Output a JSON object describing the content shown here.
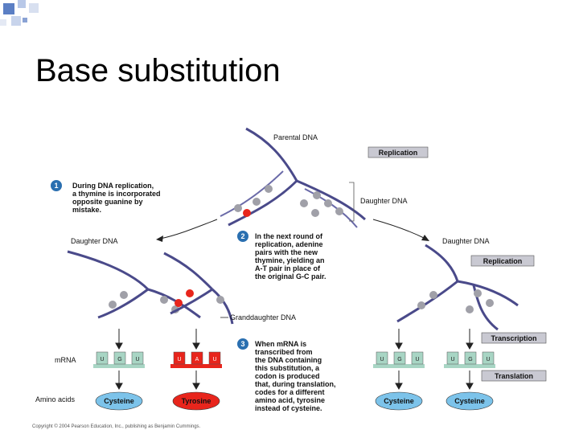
{
  "slide": {
    "title": "Base substitution"
  },
  "figure": {
    "parental_dna": "Parental DNA",
    "daughter_dna": "Daughter DNA",
    "granddaughter_dna": "Granddaughter DNA",
    "mrna": "mRNA",
    "amino_acids": "Amino acids",
    "copyright": "Copyright © 2004 Pearson Education, Inc., publishing as Benjamin Cummings.",
    "process_labels": {
      "replication_top": "Replication",
      "replication_right": "Replication",
      "transcription": "Transcription",
      "translation": "Translation"
    },
    "steps": [
      {
        "number": "1",
        "lines": [
          "During DNA replication,",
          "a thymine is incorporated",
          "opposite guanine by",
          "mistake."
        ]
      },
      {
        "number": "2",
        "lines": [
          "In the next round of",
          "replication, adenine",
          "pairs with the new",
          "thymine, yielding an",
          "A-T pair in place of",
          "the original G-C pair."
        ]
      },
      {
        "number": "3",
        "lines": [
          "When mRNA is",
          "transcribed from",
          "the DNA containing",
          "this substitution, a",
          "codon is produced",
          "that, during translation,",
          "codes for a different",
          "amino acid, tyrosine",
          "instead of cysteine."
        ]
      }
    ],
    "codons": [
      {
        "bases": [
          "U",
          "G",
          "U"
        ],
        "color": "#a8d5c4"
      },
      {
        "bases": [
          "U",
          "A",
          "U"
        ],
        "color": "#e8251c"
      },
      {
        "bases": [
          "U",
          "G",
          "U"
        ],
        "color": "#a8d5c4"
      },
      {
        "bases": [
          "U",
          "G",
          "U"
        ],
        "color": "#a8d5c4"
      }
    ],
    "amino_acid_ovals": [
      {
        "name": "Cysteine",
        "color": "#7cc3ea"
      },
      {
        "name": "Tyrosine",
        "color": "#e8251c"
      },
      {
        "name": "Cysteine",
        "color": "#7cc3ea"
      },
      {
        "name": "Cysteine",
        "color": "#7cc3ea"
      }
    ],
    "colors": {
      "strand": "#4a4a8a",
      "base_gray": "#a0a0a8",
      "mutation_red": "#e8251c",
      "step_circle": "#2a6fb0",
      "label_box": "#c9c9d2"
    }
  }
}
